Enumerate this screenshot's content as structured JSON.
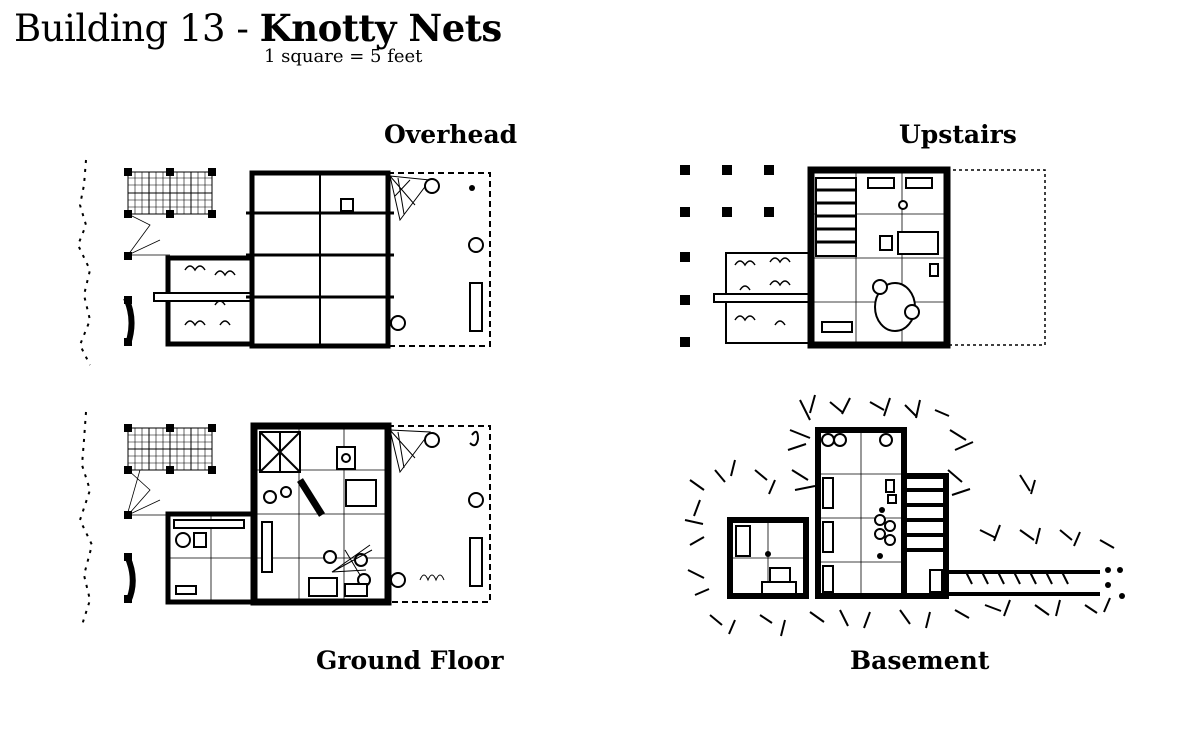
{
  "header": {
    "title_prefix": "Building 13 - ",
    "title_name": "Knotty Nets",
    "scale_note": "1 square = 5 feet"
  },
  "views": {
    "overhead": "Overhead",
    "upstairs": "Upstairs",
    "ground_floor": "Ground Floor",
    "basement": "Basement"
  },
  "colors": {
    "ink": "#000000",
    "paper": "#ffffff",
    "shadow": "#9a9a9a"
  }
}
